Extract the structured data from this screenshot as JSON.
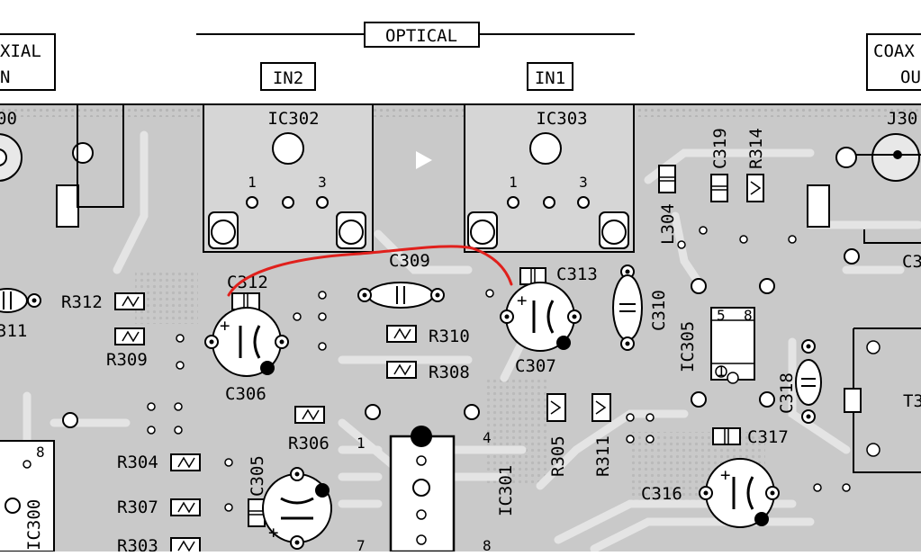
{
  "headers": {
    "optical": "OPTICAL",
    "in2": "IN2",
    "in1": "IN1",
    "coax_in_fragment": [
      "XIAL",
      "N"
    ],
    "coax_out_fragment": [
      "COAX",
      "OU"
    ]
  },
  "chips": {
    "ic302": "IC302",
    "ic303": "IC303",
    "ic305": "IC305",
    "ic301": "IC301",
    "ic300": "IC300",
    "j30x": "J30"
  },
  "pins": {
    "ic302_p1": "1",
    "ic302_p3": "3",
    "ic303_p1": "1",
    "ic303_p3": "3",
    "ic301_p1": "1",
    "ic301_p4": "4",
    "ic301_p7": "7",
    "ic301_p8": "8",
    "ic300_p8": "8",
    "ic305_p5": "5",
    "ic305_p8": "8",
    "ic305_p1": "1"
  },
  "components": {
    "c312": "C312",
    "c309": "C309",
    "c313": "C313",
    "c307": "C307",
    "c306": "C306",
    "c310": "C310",
    "c319": "C319",
    "r314": "R314",
    "l304": "L304",
    "r312": "R312",
    "r309": "R309",
    "r310": "R310",
    "r308": "R308",
    "r306": "R306",
    "r304": "R304",
    "r307": "R307",
    "r303": "R303",
    "c305": "C305",
    "r305": "R305",
    "r311": "R311",
    "c318": "C318",
    "c317": "C317",
    "c316": "C316",
    "c300_fragment": "00",
    "c311_fragment": "311",
    "c3_fragment": "C3",
    "t3_fragment": "T3"
  },
  "colors": {
    "board": "#c9c9c9",
    "trace": "#b9b9b9",
    "ink": "#000000",
    "annotation": "#e0201c"
  }
}
